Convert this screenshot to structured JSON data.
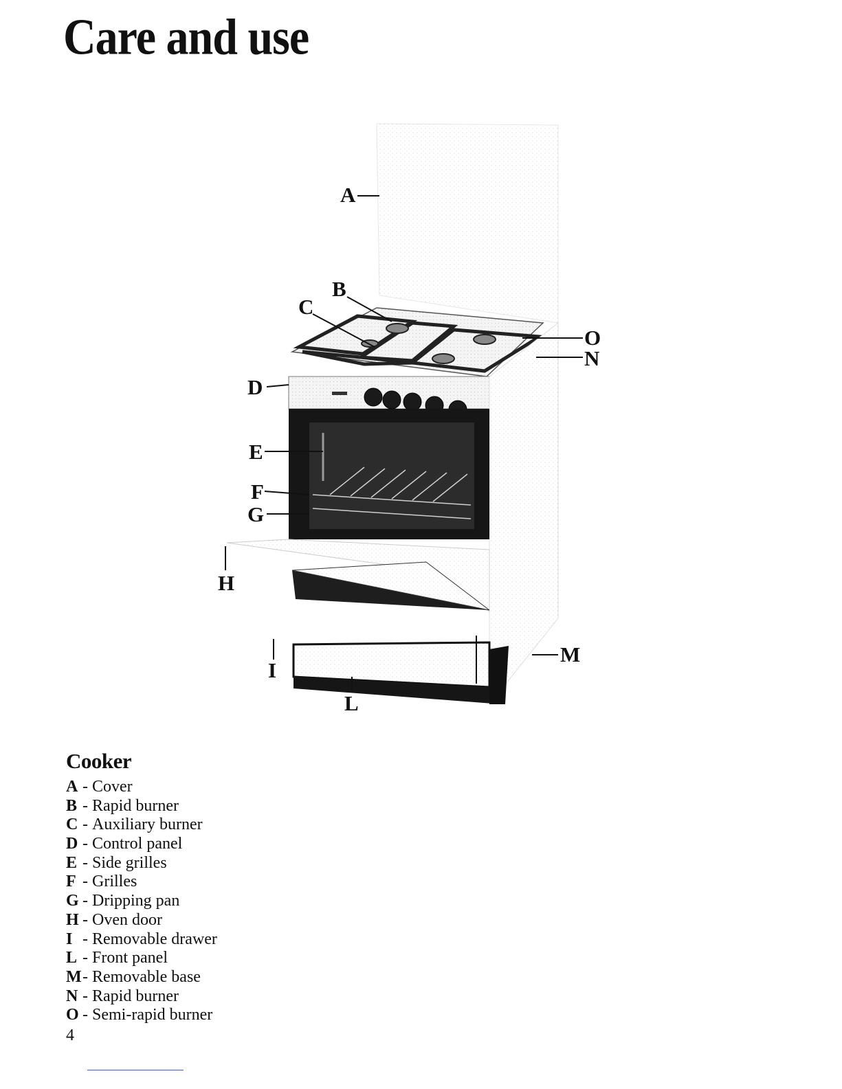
{
  "header": {
    "title": "Care and use"
  },
  "figure": {
    "callouts": {
      "A": "A",
      "B": "B",
      "C": "C",
      "D": "D",
      "E": "E",
      "F": "F",
      "G": "G",
      "H": "H",
      "I": "I",
      "L": "L",
      "M": "M",
      "N": "N",
      "O": "O"
    }
  },
  "legend": {
    "title": "Cooker",
    "items": [
      {
        "key": "A",
        "label": "Cover"
      },
      {
        "key": "B",
        "label": "Rapid burner"
      },
      {
        "key": "C",
        "label": "Auxiliary burner"
      },
      {
        "key": "D",
        "label": "Control panel"
      },
      {
        "key": "E",
        "label": "Side grilles"
      },
      {
        "key": "F",
        "label": "Grilles"
      },
      {
        "key": "G",
        "label": "Dripping pan"
      },
      {
        "key": "H",
        "label": "Oven door"
      },
      {
        "key": "I",
        "label": "Removable drawer"
      },
      {
        "key": "L",
        "label": "Front panel"
      },
      {
        "key": "M",
        "label": "Removable base"
      },
      {
        "key": "N",
        "label": "Rapid burner"
      },
      {
        "key": "O",
        "label": "Semi-rapid burner"
      }
    ]
  },
  "footer": {
    "page_number": "4",
    "separator": "-"
  }
}
